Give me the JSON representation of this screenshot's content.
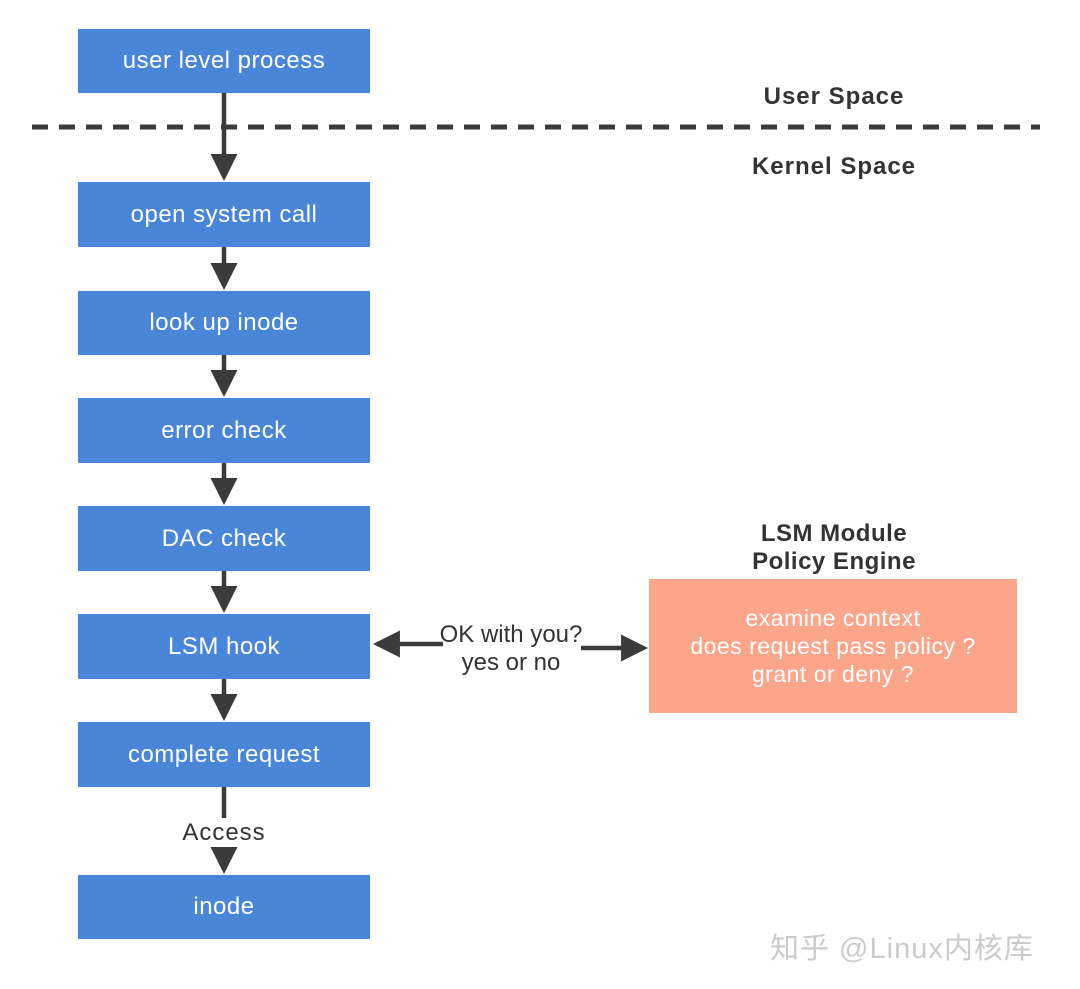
{
  "diagram": {
    "boxes": [
      {
        "id": "user-level-process",
        "label": "user level process"
      },
      {
        "id": "open-system-call",
        "label": "open system call"
      },
      {
        "id": "look-up-inode",
        "label": "look up inode"
      },
      {
        "id": "error-check",
        "label": "error check"
      },
      {
        "id": "dac-check",
        "label": "DAC check"
      },
      {
        "id": "lsm-hook",
        "label": "LSM hook"
      },
      {
        "id": "complete-request",
        "label": "complete request"
      },
      {
        "id": "inode",
        "label": "inode"
      }
    ],
    "regions": {
      "user_space": "User Space",
      "kernel_space": "Kernel Space"
    },
    "lsm_module": {
      "title_line1": "LSM Module",
      "title_line2": "Policy Engine",
      "box_lines": [
        "examine context",
        "does request pass policy ?",
        "grant or deny ?"
      ]
    },
    "annotations": {
      "ok_line1": "OK with you?",
      "ok_line2": "yes or no",
      "access": "Access"
    },
    "watermark": "知乎 @Linux内核库",
    "colors": {
      "process_box": "#4a86d8",
      "policy_box": "#fba58a",
      "line": "#3b3b3b",
      "label_text": "#333333",
      "watermark": "#cbcbcb"
    }
  }
}
